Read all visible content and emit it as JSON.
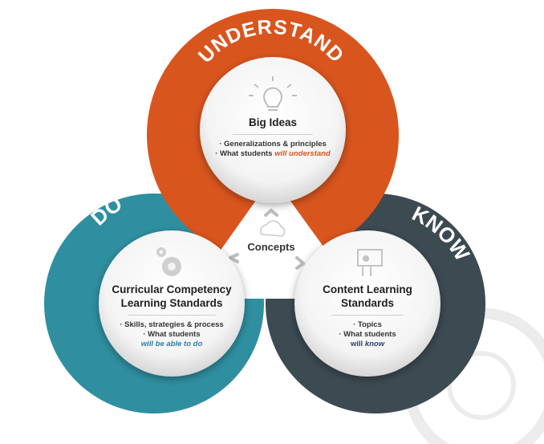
{
  "colors": {
    "understand": "#d9551e",
    "do": "#2f8fa0",
    "know": "#3c4a52",
    "understand_highlight": "#d9551e",
    "do_highlight": "#2a7fa9",
    "know_highlight": "#2c3e6b"
  },
  "rings": {
    "understand": "UNDERSTAND",
    "do": "DO",
    "know": "KNOW"
  },
  "center_label": "Concepts",
  "bubbles": {
    "big_ideas": {
      "icon": "lightbulb-icon",
      "title": "Big Ideas",
      "line1": "· Generalizations & principles",
      "line2_prefix": "· What students ",
      "line2_highlight": "will understand"
    },
    "curricular": {
      "icon": "gears-icon",
      "title_line1": "Curricular Competency",
      "title_line2": "Learning Standards",
      "line1": "· Skills, strategies & process",
      "line2": "· What students",
      "line3_highlight": "will be able to do"
    },
    "content": {
      "icon": "teacher-board-icon",
      "title_line1": "Content Learning",
      "title_line2": "Standards",
      "line1": "· Topics",
      "line2": "· What students",
      "line3_prefix": "will ",
      "line3_highlight": "know"
    }
  }
}
